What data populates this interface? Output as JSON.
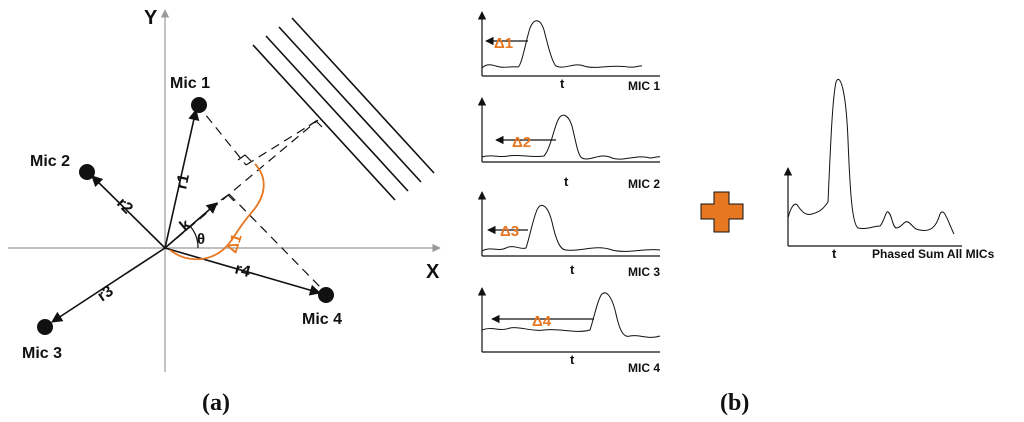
{
  "colors": {
    "accent": "#E87722",
    "ink": "#111111",
    "axis": "#9a9a9a"
  },
  "panel_a": {
    "axis_y": "Y",
    "axis_x": "X",
    "mics": [
      {
        "id": "mic1",
        "label": "Mic 1"
      },
      {
        "id": "mic2",
        "label": "Mic 2"
      },
      {
        "id": "mic3",
        "label": "Mic 3"
      },
      {
        "id": "mic4",
        "label": "Mic 4"
      }
    ],
    "vectors": [
      "r1",
      "r2",
      "r3",
      "r4"
    ],
    "wave_vector": "k",
    "angle": "θ",
    "delay": "Δ1",
    "caption": "(a)"
  },
  "panel_b": {
    "signals": [
      {
        "mic": "MIC 1",
        "delay": "Δ1",
        "t": "t"
      },
      {
        "mic": "MIC 2",
        "delay": "Δ2",
        "t": "t"
      },
      {
        "mic": "MIC 3",
        "delay": "Δ3",
        "t": "t"
      },
      {
        "mic": "MIC 4",
        "delay": "Δ4",
        "t": "t"
      }
    ],
    "sum_label": "Phased Sum All MICs",
    "sum_t": "t",
    "caption": "(b)"
  }
}
